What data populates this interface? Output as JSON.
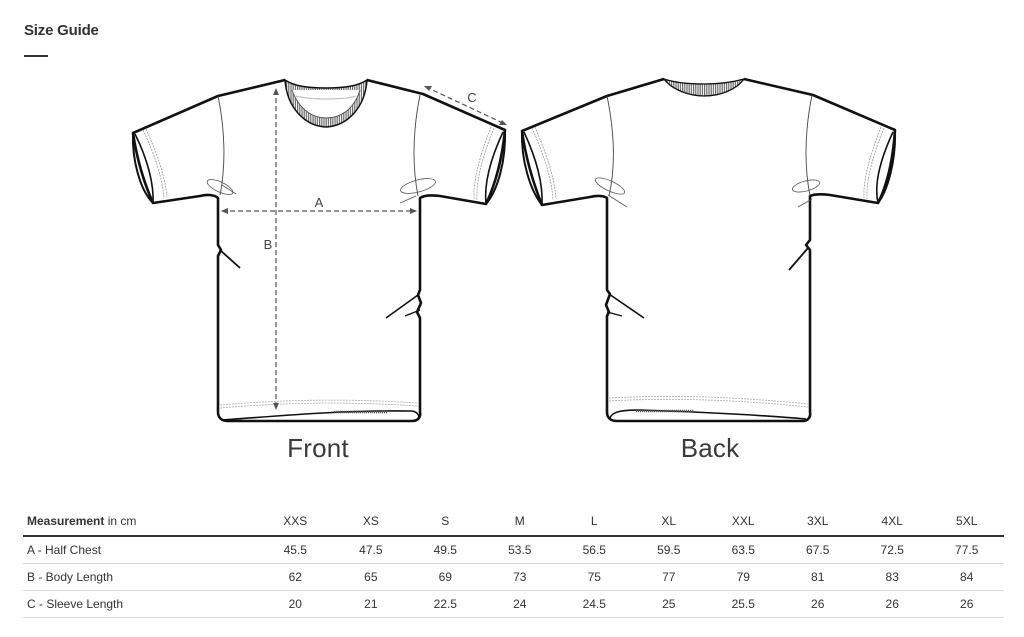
{
  "page": {
    "title": "Size Guide"
  },
  "illustrations": {
    "front_label": "Front",
    "back_label": "Back",
    "measure_labels": {
      "a": "A",
      "b": "B",
      "c": "C"
    }
  },
  "table": {
    "header": {
      "measurement_bold": "Measurement",
      "measurement_unit": " in cm",
      "sizes": [
        "XXS",
        "XS",
        "S",
        "M",
        "L",
        "XL",
        "XXL",
        "3XL",
        "4XL",
        "5XL"
      ]
    },
    "rows": [
      {
        "label": "A - Half Chest",
        "values": [
          "45.5",
          "47.5",
          "49.5",
          "53.5",
          "56.5",
          "59.5",
          "63.5",
          "67.5",
          "72.5",
          "77.5"
        ]
      },
      {
        "label": "B - Body Length",
        "values": [
          "62",
          "65",
          "69",
          "73",
          "75",
          "77",
          "79",
          "81",
          "83",
          "84"
        ]
      },
      {
        "label": "C - Sleeve Length",
        "values": [
          "20",
          "21",
          "22.5",
          "24",
          "24.5",
          "25",
          "25.5",
          "26",
          "26",
          "26"
        ]
      }
    ]
  },
  "colors": {
    "text": "#333333",
    "outline": "#111111",
    "rib": "#777777",
    "divider": "#d8d8d8"
  }
}
